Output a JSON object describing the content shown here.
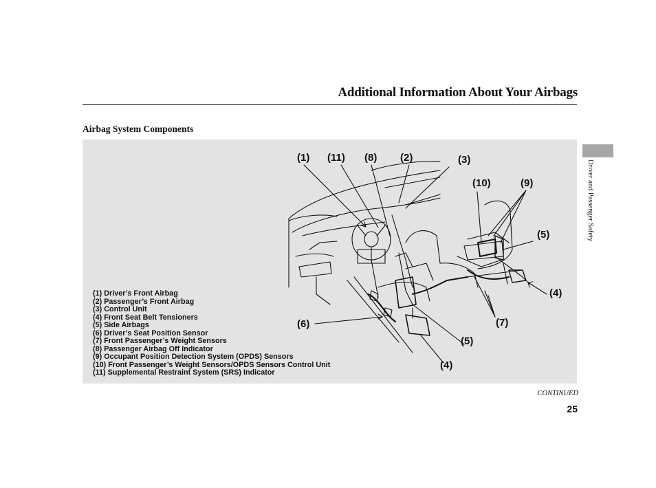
{
  "header": {
    "title": "Additional Information About Your Airbags"
  },
  "section": {
    "heading": "Airbag System Components"
  },
  "diagram": {
    "callouts": [
      "(1)",
      "(11)",
      "(8)",
      "(2)",
      "(3)",
      "(10)",
      "(9)",
      "(5)",
      "(4)",
      "(6)",
      "(7)",
      "(5)",
      "(4)"
    ],
    "legend": [
      "(1) Driver’s Front Airbag",
      "(2) Passenger’s Front Airbag",
      "(3) Control Unit",
      "(4) Front Seat Belt Tensioners",
      "(5) Side Airbags",
      "(6) Driver’s Seat Position Sensor",
      "(7) Front Passenger’s Weight Sensors",
      "(8) Passenger Airbag Off Indicator",
      "(9) Occupant Position Detection System (OPDS) Sensors",
      "(10) Front Passenger’s Weight Sensors/OPDS Sensors Control Unit",
      "(11) Supplemental Restraint System (SRS) Indicator"
    ]
  },
  "side_tab": {
    "label": "Driver and Passenger Safety"
  },
  "footer": {
    "continued": "CONTINUED",
    "page_number": "25"
  }
}
